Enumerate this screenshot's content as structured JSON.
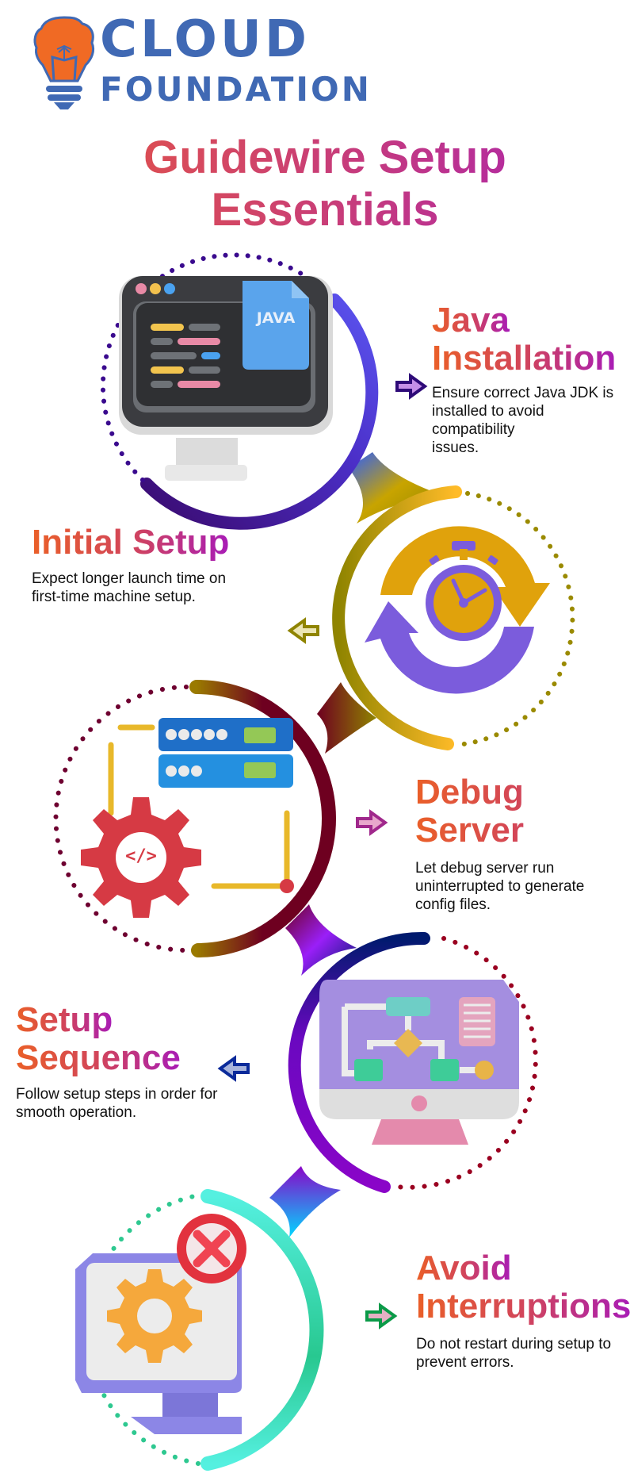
{
  "brand": {
    "line1": "CLOUD",
    "line2": "FOUNDATION",
    "color": "#4069b4",
    "bulb_color": "#f06a24"
  },
  "title": {
    "line1": "Guidewire Setup",
    "line2": "Essentials"
  },
  "steps": [
    {
      "heading_line1": "Java",
      "heading_line2": "Installation",
      "description_line1": "Ensure correct Java JDK is",
      "description_line2": "installed to avoid compatibility",
      "description_line3": "issues.",
      "icon": "java-monitor-icon",
      "arrow": "right",
      "accent": "#5b3de0"
    },
    {
      "heading_line1": "Initial Setup",
      "description_line1": "Expect longer launch time on",
      "description_line2": "first-time machine setup.",
      "icon": "stopwatch-refresh-icon",
      "arrow": "left",
      "accent": "#9a8a00"
    },
    {
      "heading_line1": "Debug Server",
      "description_line1": "Let debug server run",
      "description_line2": "uninterrupted to generate",
      "description_line3": "config files.",
      "icon": "server-code-gear-icon",
      "arrow": "right",
      "accent": "#6e0020"
    },
    {
      "heading_line1": "Setup",
      "heading_line2": "Sequence",
      "description_line1": "Follow setup steps in order for",
      "description_line2": "smooth operation.",
      "icon": "flowchart-monitor-icon",
      "arrow": "left",
      "accent": "#8a05c8"
    },
    {
      "heading_line1": "Avoid",
      "heading_line2": "Interruptions",
      "description_line1": "Do not restart during setup to",
      "description_line2": "prevent errors.",
      "icon": "monitor-gear-error-icon",
      "arrow": "right",
      "accent": "#2ed8b0"
    }
  ],
  "icons": {
    "java_label": "JAVA",
    "code_label": "</>"
  }
}
